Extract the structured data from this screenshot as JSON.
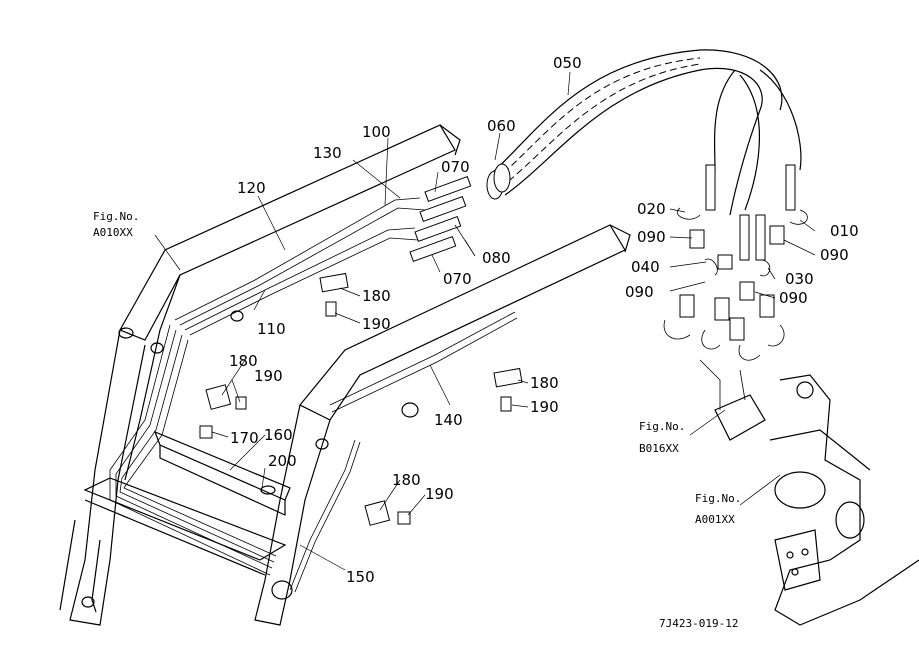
{
  "labels": {
    "p010": "010",
    "p020": "020",
    "p030": "030",
    "p040": "040",
    "p050": "050",
    "p060": "060",
    "p070a": "070",
    "p070b": "070",
    "p080": "080",
    "p090a": "090",
    "p090b": "090",
    "p090c": "090",
    "p090d": "090",
    "p100": "100",
    "p110": "110",
    "p120": "120",
    "p130": "130",
    "p140": "140",
    "p150": "150",
    "p160": "160",
    "p170": "170",
    "p180a": "180",
    "p180b": "180",
    "p180c": "180",
    "p180d": "180",
    "p190a": "190",
    "p190b": "190",
    "p190c": "190",
    "p190d": "190",
    "p200": "200"
  },
  "figure_refs": {
    "a010_title": "Fig.No.",
    "a010_code": "A010XX",
    "b016_title": "Fig.No.",
    "b016_code": "B016XX",
    "a001_title": "Fig.No.",
    "a001_code": "A001XX"
  },
  "drawing_code": "7J423-019-12"
}
